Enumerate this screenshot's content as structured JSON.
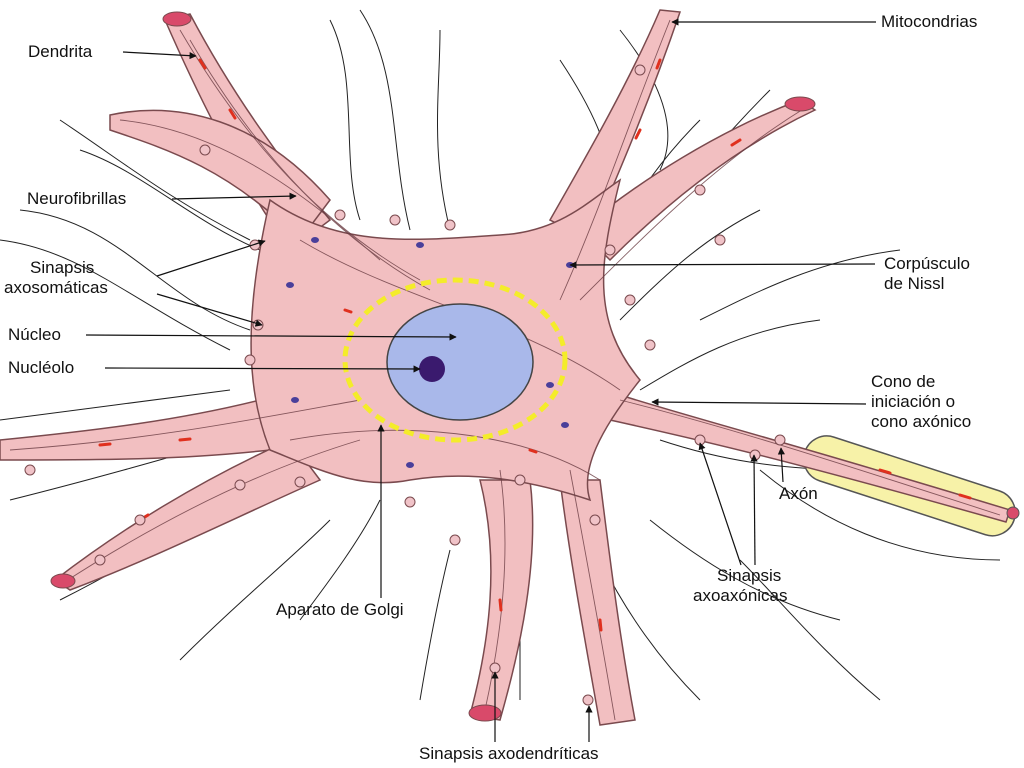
{
  "labels": {
    "dendrita": "Dendrita",
    "neurofibrillas": "Neurofibrillas",
    "sinapsis_axosomaticas_1": "Sinapsis",
    "sinapsis_axosomaticas_2": "axosomáticas",
    "nucleo": "Núcleo",
    "nucleolo": "Nucléolo",
    "mitocondrias": "Mitocondrias",
    "corpusculo_1": "Corpúsculo",
    "corpusculo_2": "de Nissl",
    "cono_1": "Cono de",
    "cono_2": "iniciación o",
    "cono_3": "cono axónico",
    "axon": "Axón",
    "sinapsis_axoaxonicas_1": "Sinapsis",
    "sinapsis_axoaxonicas_2": "axoaxónicas",
    "aparato_golgi": "Aparato de Golgi",
    "sinapsis_axodendriticas": "Sinapsis axodendríticas"
  },
  "colors": {
    "cytoplasm": "#f2bfc1",
    "outline": "#7a4a4e",
    "nucleus": "#a9b8ea",
    "nucleolus": "#3a1a6e",
    "golgi": "#f4ec2a",
    "nissl": "#4a3f9a",
    "mitochondria": "#e0301e",
    "myelin": "#f7f2a8",
    "terminal": "#f0c3c8",
    "dendrite_tip": "#d94a6a"
  }
}
